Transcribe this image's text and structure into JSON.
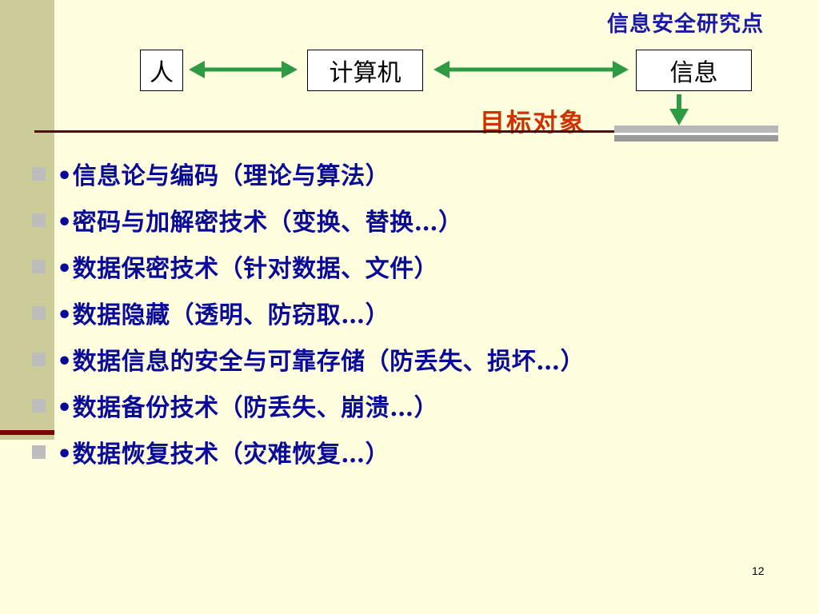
{
  "slide": {
    "corner_title": "信息安全研究点",
    "diagram": {
      "box_person": "人",
      "box_computer": "计算机",
      "box_info": "信息",
      "arrow_color": "#2e9a44"
    },
    "target_label": "目标对象",
    "bullets": [
      "•信息论与编码（理论与算法）",
      "•密码与加解密技术（变换、替换…）",
      "•数据保密技术（针对数据、文件）",
      "•数据隐藏（透明、防窃取…）",
      "•数据信息的安全与可靠存储（防丢失、损坏…）",
      "•数据备份技术（防丢失、崩溃…）",
      "•数据恢复技术（灾难恢复…）"
    ],
    "page_number": "12"
  },
  "colors": {
    "background": "#ffffe0",
    "left_bar": "#cccc99",
    "bullet_text": "#0a0a99",
    "target_label": "#cc3300"
  }
}
